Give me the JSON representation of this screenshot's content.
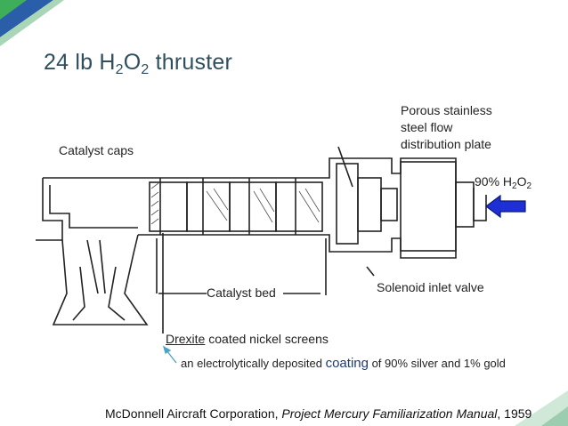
{
  "title": {
    "prefix": "24 lb  H",
    "sub1": "2",
    "mid": "O",
    "sub2": "2",
    "suffix": "  thruster"
  },
  "labels": {
    "catalyst_caps": "Catalyst caps",
    "porous_plate_line1": "Porous stainless",
    "porous_plate_line2": "steel flow",
    "porous_plate_line3": "distribution plate",
    "propellant_prefix": "90%  H",
    "propellant_sub1": "2",
    "propellant_mid": "O",
    "propellant_sub2": "2",
    "catalyst_bed": "Catalyst bed",
    "solenoid_valve": "Solenoid inlet valve",
    "drexite_word": "Drexite",
    "drexite_rest": " coated nickel screens"
  },
  "note": {
    "before": "an electrolytically deposited ",
    "highlight": "coating",
    "after": " of 90% silver and 1% gold"
  },
  "credit": {
    "org": "McDonnell Aircraft Corporation, ",
    "work": "Project Mercury Familiarization Manual",
    "year": ", 1959"
  },
  "colors": {
    "title": "#2f4f5f",
    "arrow_fill": "#1f2fd6",
    "arrow_stroke": "#0b1a7a",
    "note_arrow": "#4aa3c8",
    "corner_green": "#3fae5a",
    "corner_blue": "#2b5ea8"
  },
  "icons": {
    "flow_arrow": "left-pointing-arrow-icon",
    "pointer": "pointer-arrow-icon"
  }
}
